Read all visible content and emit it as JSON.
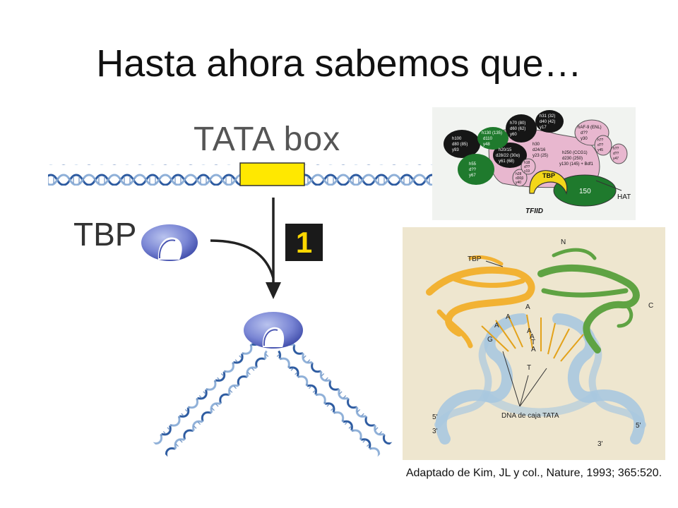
{
  "slide": {
    "title": "Hasta ahora sabemos que…",
    "citation": "Adaptado de Kim, JL y col., Nature, 1993; 365:520."
  },
  "left_diagram": {
    "tata_label": "TATA box",
    "tbp_label": "TBP",
    "step_number": "1"
  },
  "tfiid_diagram": {
    "title": "TFIID",
    "hat_label": "HAT",
    "tbp_label": "TBP",
    "label_150": "150",
    "colors": {
      "black": "#161616",
      "green": "#1f7a2d",
      "pink": "#e8b7cf",
      "yellow": "#f3d61a"
    },
    "black_blob_1": [
      "h100",
      "d80 (85)",
      "y93"
    ],
    "black_blob_2": [
      "h70 (80)",
      "d60 (62)",
      "y60"
    ],
    "black_blob_3": [
      "h31 (32)",
      "d40 (42)",
      "y17"
    ],
    "black_blob_4": [
      "h20/15",
      "d28/22 (30α)",
      "y61 (68)"
    ],
    "green_blob_1": [
      "h130 (135)",
      "d110",
      "y48"
    ],
    "green_blob_2": [
      "h55",
      "d??",
      "y67"
    ],
    "pink_blob_1": [
      "hAF-9 (ENL)",
      "d??",
      "y30"
    ],
    "pink_blob_2": [
      "h??",
      "d??",
      "y45"
    ],
    "pink_blob_3": [
      "h??",
      "d??",
      "y47"
    ],
    "pink_main": [
      "h30",
      "d24/16",
      "y23 (25)"
    ],
    "pink_main_2": [
      "h250 (CCG1)",
      "d230 (250)",
      "y130 (145) + Bdf1"
    ],
    "small_1": [
      "h28",
      "d30β",
      "y40"
    ],
    "small_2": [
      "h18",
      "d??",
      "y19"
    ]
  },
  "structure_diagram": {
    "n_label": "N",
    "c_label": "C",
    "tbp_label": "TBP",
    "dna_caption": "DNA de caja TATA",
    "bases": [
      "A",
      "A",
      "A",
      "G",
      "A",
      "A",
      "T",
      "A",
      "T"
    ],
    "prime_5_left": "5'",
    "prime_3_left": "3'",
    "prime_5_right": "5'",
    "prime_3_right": "3'",
    "colors": {
      "protein_left": "#f2b233",
      "protein_right": "#5fa343",
      "dna": "#a9c8df"
    }
  }
}
